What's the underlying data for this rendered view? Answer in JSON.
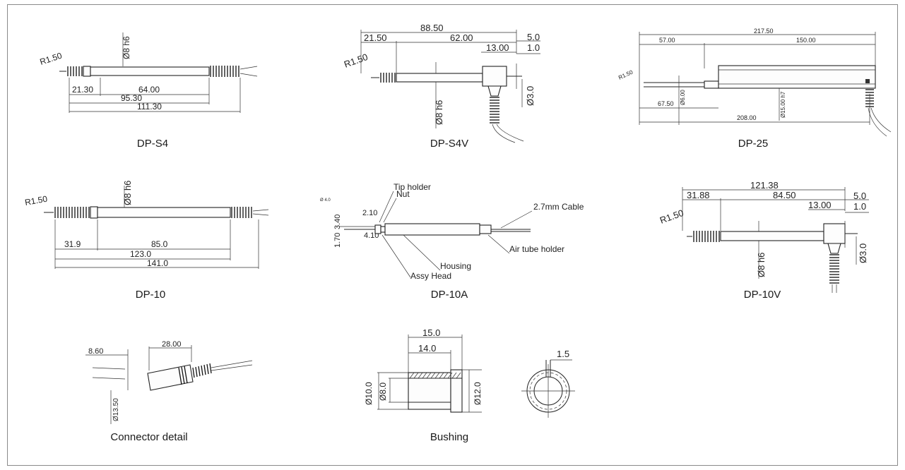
{
  "drawings": [
    {
      "id": "dp-s4",
      "caption": "DP-S4",
      "dims": {
        "radius": "R1.50",
        "dia": "Ø8 h6",
        "a": "21.30",
        "b": "64.00",
        "c": "95.30",
        "d": "111.30"
      }
    },
    {
      "id": "dp-s4v",
      "caption": "DP-S4V",
      "dims": {
        "radius": "R1.50",
        "total": "88.50",
        "a": "21.50",
        "b": "62.00",
        "c": "13.00",
        "d": "5.0",
        "e": "1.0",
        "dia": "Ø8 h6",
        "dia2": "Ø3.0"
      }
    },
    {
      "id": "dp-25",
      "caption": "DP-25",
      "dims": {
        "radius": "R1.50",
        "total": "217.50",
        "a": "57.00",
        "b": "150.00",
        "dia": "Ø6.00",
        "dia2": "Ø15.00 h7",
        "c": "67.50",
        "d": "208.00"
      }
    },
    {
      "id": "dp-10",
      "caption": "DP-10",
      "dims": {
        "radius": "R1.50",
        "dia": "Ø8 h6",
        "a": "31.9",
        "b": "85.0",
        "c": "123.0",
        "d": "141.0"
      }
    },
    {
      "id": "dp-10a",
      "caption": "DP-10A",
      "labels": {
        "tip": "Tip holder",
        "nut": "Nut",
        "cable": "2.7mm Cable",
        "air": "Air tube holder",
        "housing": "Housing",
        "head": "Assy Head",
        "a": "2.10",
        "b": "4.10",
        "c": "1.70",
        "d": "3.40",
        "e": "Ø 4.0"
      }
    },
    {
      "id": "dp-10v",
      "caption": "DP-10V",
      "dims": {
        "radius": "R1.50",
        "total": "121.38",
        "a": "31.88",
        "b": "84.50",
        "c": "13.00",
        "d": "5.0",
        "e": "1.0",
        "dia": "Ø8 h6",
        "dia2": "Ø3.0"
      }
    },
    {
      "id": "connector",
      "caption": "Connector detail",
      "dims": {
        "a": "8.60",
        "b": "28.00",
        "dia": "Ø13.50"
      }
    },
    {
      "id": "bushing",
      "caption": "Bushing",
      "dims": {
        "a": "15.0",
        "b": "14.0",
        "c": "1.5",
        "d1": "Ø10.0",
        "d2": "Ø8.0",
        "d3": "Ø12.0"
      }
    }
  ]
}
